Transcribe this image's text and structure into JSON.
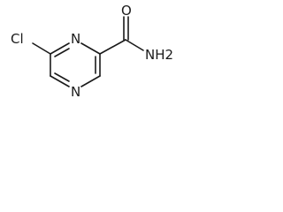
{
  "molecule": {
    "atoms": {
      "cl": "Cl",
      "n_top": "N",
      "n_bottom": "N",
      "o": "O",
      "nh2": "NH2"
    }
  }
}
